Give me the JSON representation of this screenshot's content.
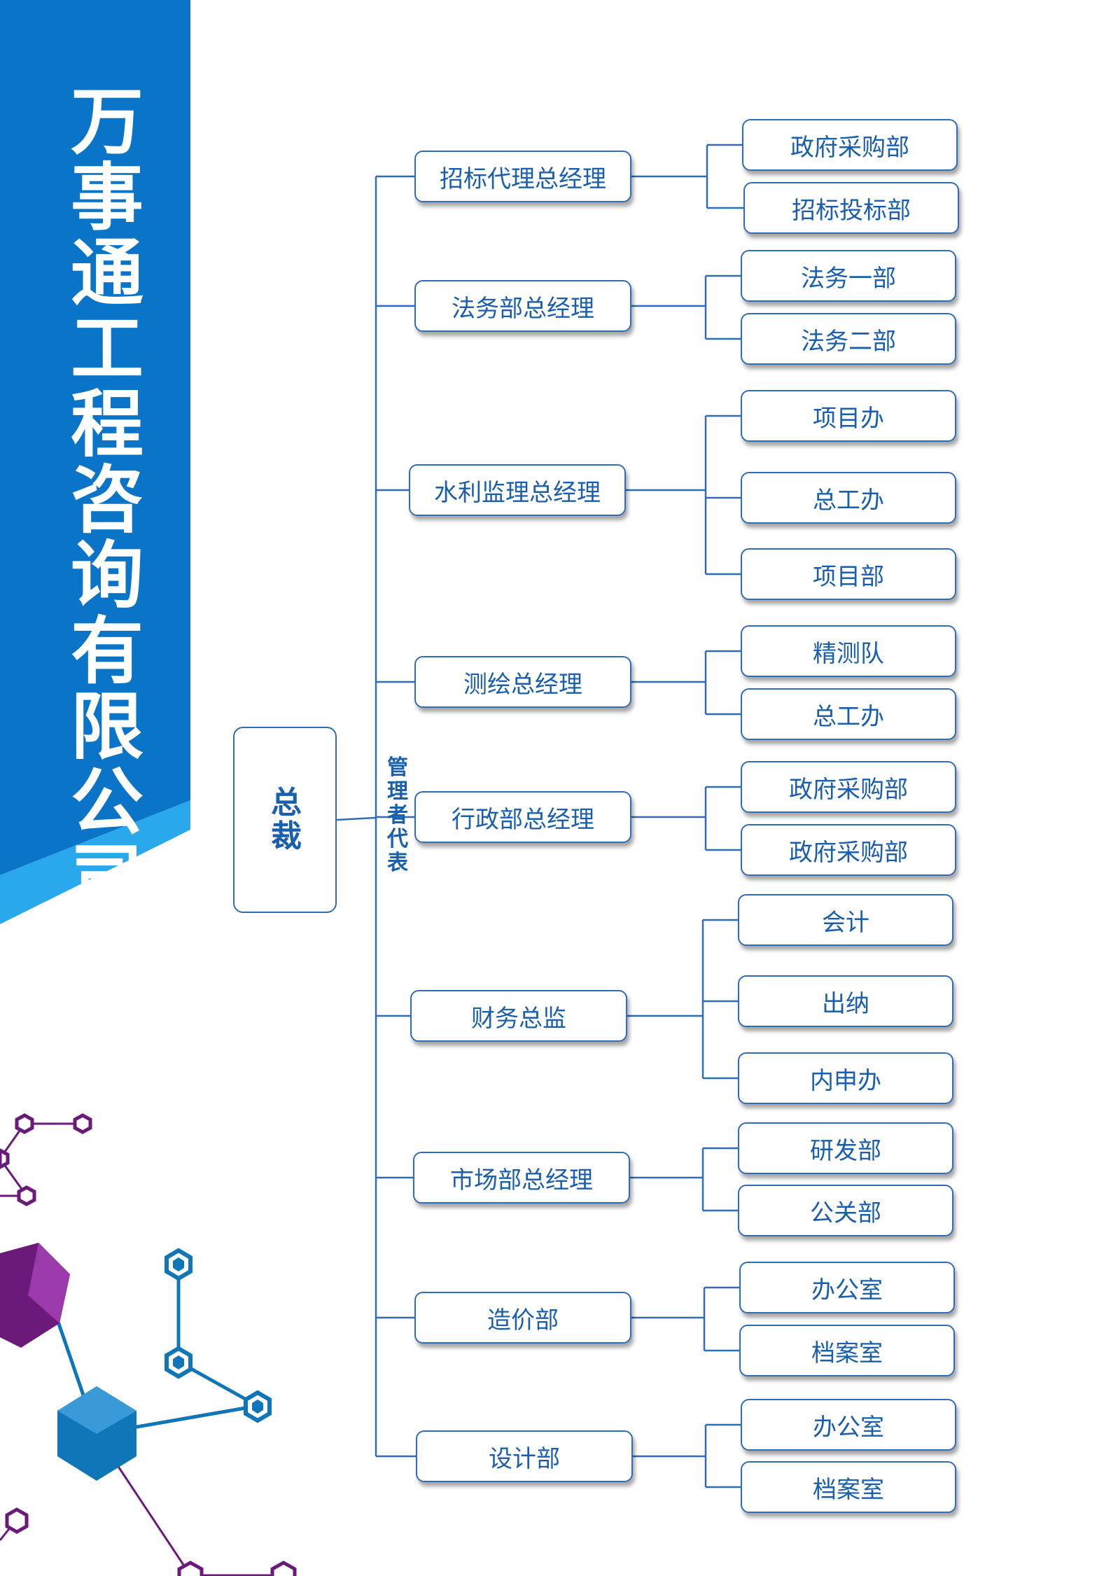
{
  "company_name": "万事通工程咨询有限公司",
  "ceo": "总裁",
  "management_rep": "管理者代表",
  "managers": [
    {
      "label": "招标代理总经理",
      "depts": [
        "政府采购部",
        "招标投标部"
      ]
    },
    {
      "label": "法务部总经理",
      "depts": [
        "法务一部",
        "法务二部"
      ]
    },
    {
      "label": "水利监理总经理",
      "depts": [
        "项目办",
        "总工办",
        "项目部"
      ]
    },
    {
      "label": "测绘总经理",
      "depts": [
        "精测队",
        "总工办"
      ]
    },
    {
      "label": "行政部总经理",
      "depts": [
        "政府采购部",
        "政府采购部"
      ]
    },
    {
      "label": "财务总监",
      "depts": [
        "会计",
        "出纳",
        "内申办"
      ]
    },
    {
      "label": "市场部总经理",
      "depts": [
        "研发部",
        "公关部"
      ]
    },
    {
      "label": "造价部",
      "depts": [
        "办公室",
        "档案室"
      ]
    },
    {
      "label": "设计部",
      "depts": [
        "办公室",
        "档案室"
      ]
    }
  ],
  "colors": {
    "banner_blue": "#0a74c8",
    "banner_light": "#29a8ec",
    "text_blue": "#1a5fae",
    "line_blue": "#2f6db6",
    "purple": "#6b1a7a",
    "cyan": "#0f76b8"
  }
}
